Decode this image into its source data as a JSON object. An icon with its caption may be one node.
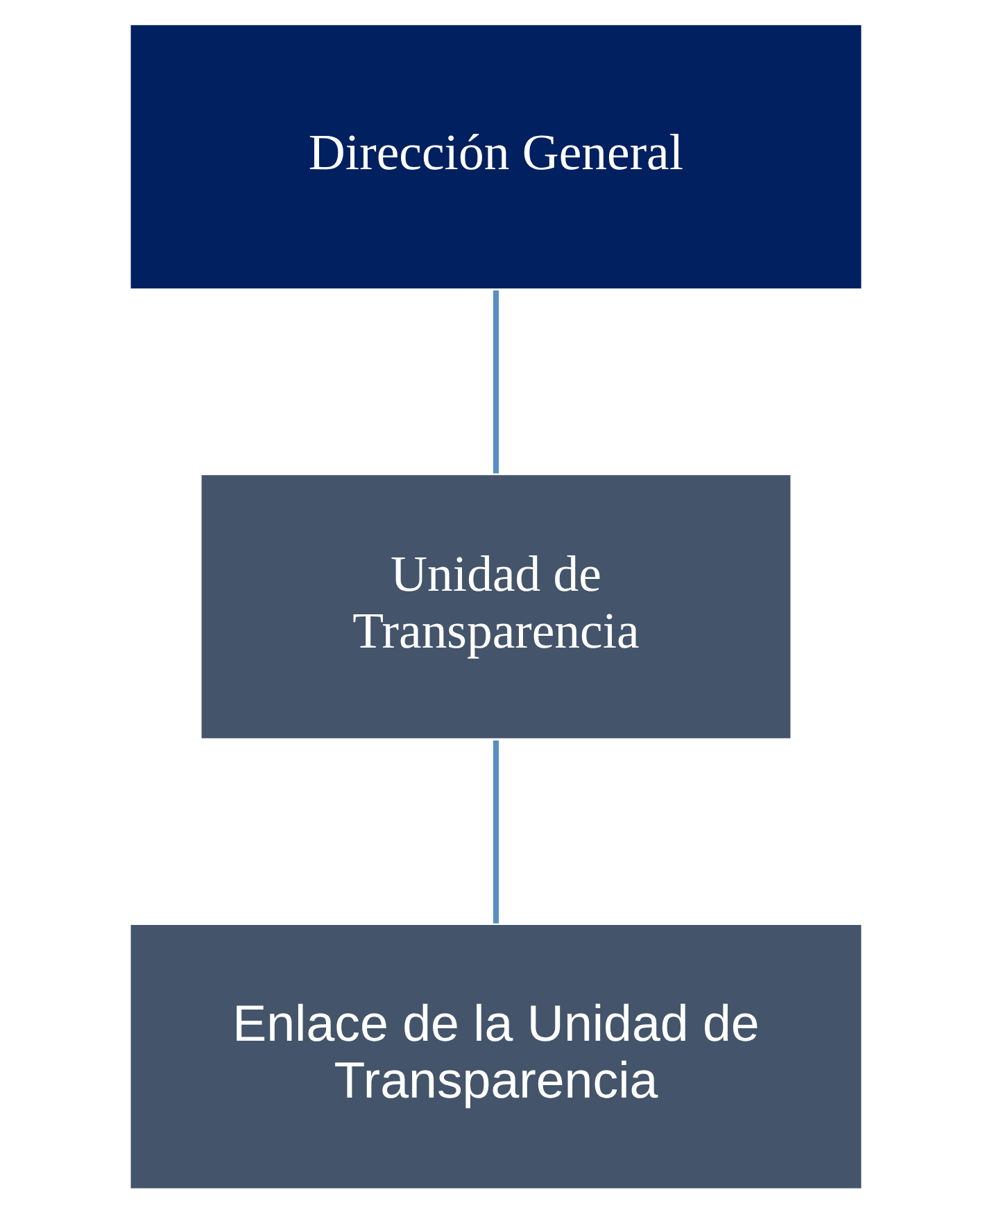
{
  "diagram": {
    "nodes": [
      {
        "text": [
          "Dirección General"
        ]
      },
      {
        "text": [
          "Unidad de Transparencia"
        ]
      },
      {
        "text": [
          "Enlace de la Unidad de Transparencia"
        ]
      }
    ],
    "edges": [
      {
        "from": 0,
        "to": 1,
        "arrow": "none"
      },
      {
        "from": 1,
        "to": 2,
        "arrow": "none"
      }
    ]
  }
}
